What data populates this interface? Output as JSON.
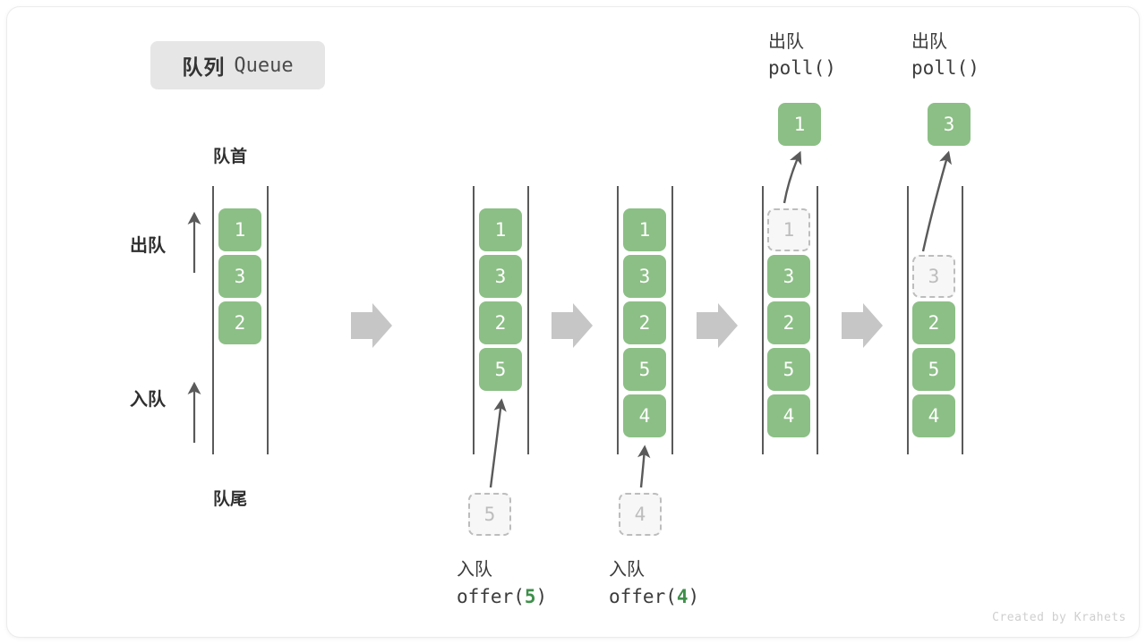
{
  "title": {
    "cn": "队列",
    "en": "Queue"
  },
  "labels": {
    "front": "队首",
    "rear": "队尾",
    "dequeue": "出队",
    "enqueue": "入队"
  },
  "colors": {
    "element": "#8cbf86",
    "ghost_fill": "#f7f7f7",
    "ghost_border": "#bdbdbd",
    "rail": "#5a5a5a",
    "flow_arrow": "#c6c6c6",
    "accent_green": "#3f8f4b",
    "badge_bg": "#e6e6e6",
    "text": "#2f2f2f"
  },
  "operations": {
    "offer5": {
      "cn": "入队",
      "fn": "offer(",
      "arg": "5",
      "close": ")"
    },
    "offer4": {
      "cn": "入队",
      "fn": "offer(",
      "arg": "4",
      "close": ")"
    },
    "poll_a": {
      "cn": "出队",
      "code": "poll()"
    },
    "poll_b": {
      "cn": "出队",
      "code": "poll()"
    }
  },
  "stages": [
    {
      "id": "initial",
      "elements": [
        "1",
        "3",
        "2"
      ],
      "ghost": null,
      "popped": null
    },
    {
      "id": "after-offer-5",
      "elements": [
        "1",
        "3",
        "2",
        "5"
      ],
      "ghost": "5",
      "popped": null
    },
    {
      "id": "after-offer-4",
      "elements": [
        "1",
        "3",
        "2",
        "5",
        "4"
      ],
      "ghost": "4",
      "popped": null
    },
    {
      "id": "after-poll-1",
      "elements": [
        "3",
        "2",
        "5",
        "4"
      ],
      "ghost": "1",
      "popped": "1"
    },
    {
      "id": "after-poll-3",
      "elements": [
        "2",
        "5",
        "4"
      ],
      "ghost": "3",
      "popped": "3"
    }
  ],
  "footer": "Created by Krahets"
}
